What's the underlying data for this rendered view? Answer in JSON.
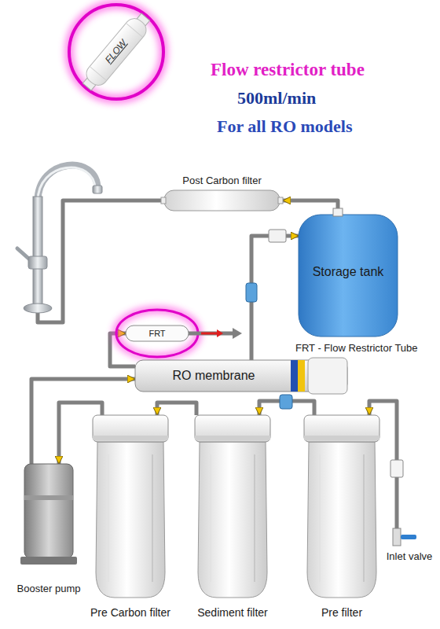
{
  "diagram": {
    "title": "Flow restrictor tube",
    "nodes": [
      {
        "text": [
          "Post Carbon filter"
        ]
      },
      {
        "text": [
          "Storage tank"
        ]
      },
      {
        "text": [
          "FRT"
        ]
      },
      {
        "text": [
          "RO membrane"
        ]
      },
      {
        "text": [
          "Booster pump"
        ]
      },
      {
        "text": [
          "Pre Carbon filter"
        ]
      },
      {
        "text": [
          "Sediment filter"
        ]
      },
      {
        "text": [
          "Pre filter"
        ]
      },
      {
        "text": [
          "Inlet valve"
        ]
      }
    ],
    "edges": [
      {
        "from": 8,
        "to": 7,
        "arrow": "to"
      },
      {
        "from": 7,
        "to": 6,
        "arrow": "to"
      },
      {
        "from": 6,
        "to": 5,
        "arrow": "to"
      },
      {
        "from": 5,
        "to": 4,
        "arrow": "to"
      },
      {
        "from": 4,
        "to": 3,
        "arrow": "to"
      },
      {
        "from": 3,
        "to": 2,
        "arrow": "to"
      },
      {
        "from": 3,
        "to": 1,
        "arrow": "to"
      },
      {
        "from": 1,
        "to": 0,
        "arrow": "to"
      }
    ],
    "labels": [
      "500ml/min",
      "For all RO models",
      "FLOW",
      "FRT - Flow Restrictor Tube"
    ]
  }
}
